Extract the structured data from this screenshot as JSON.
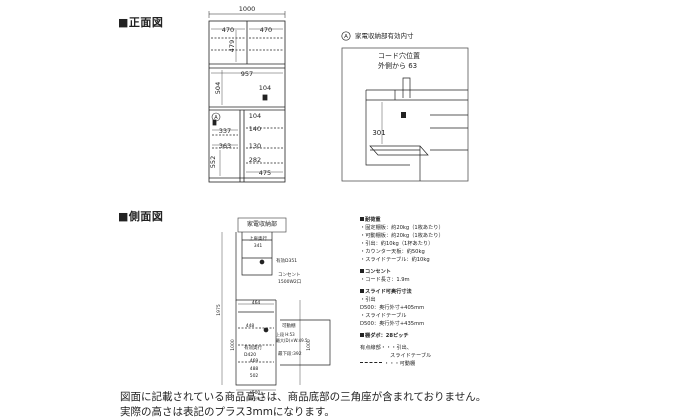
{
  "sections": {
    "front_title": "■正面図",
    "side_title": "■側面図"
  },
  "front": {
    "width": "1000",
    "upper_left_w": "470",
    "upper_right_w": "470",
    "upper_h": "479",
    "mid_w": "957",
    "mid_h": "504",
    "outlet_w": "104",
    "a_marker": "A",
    "lower_inner_1": "104",
    "lower_inner_2": "140",
    "lower_left_w": "337",
    "lower_left_w2": "363",
    "lower_inner_3": "130",
    "lower_inner_4": "282",
    "lower_right_w": "475",
    "lower_h": "552"
  },
  "detail": {
    "marker": "A",
    "title": "家電収納部有効内寸",
    "cord_label_1": "コード穴位置",
    "cord_label_2": "外側から 63",
    "depth": "301"
  },
  "side": {
    "label": "家電収納部",
    "top_depth_label": "上扉奥行",
    "top_depth": "341",
    "inner_label": "有効D351",
    "outlet_label_1": "コンセント",
    "outlet_label_2": "1500W2口",
    "total_h": "1975",
    "depth_464": "464",
    "d_448": "448",
    "lower_h": "1000",
    "drawer_label": "可動棚",
    "drawer_vals": "上段 H:53",
    "drawer_vals_2": "最大(D)×W:49.5",
    "depth_d420": "D420",
    "inner_depth_label": "有効奥行",
    "bottom_h": "392",
    "bottom_label": "最下段:392",
    "d_469": "469",
    "d_488": "488",
    "d_502": "502",
    "base_depth": "500",
    "base_label": "(奥行外寸)",
    "right_h": "1000"
  },
  "spec": {
    "load_title": "耐荷重",
    "load_items": [
      "・固定棚板：約20kg（1枚あたり）",
      "・可動棚板：約20kg（1枚あたり）",
      "・引出：約10kg（1杯あたり）",
      "・カウンター天板：約50kg",
      "・スライドテーブル：約10kg"
    ],
    "outlet_title": "コンセント",
    "outlet_items": [
      "・コード長さ：1.9m"
    ],
    "slide_title": "スライド可奥行寸法",
    "slide_items": [
      "・引出",
      "D500：奥行外寸+405mm",
      "・スライドテーブル",
      "D500：奥行外寸+435mm"
    ],
    "pitch_title": "棚ダボ：28ピッチ",
    "legend_line_1": "有点線部・・・引出、",
    "legend_line_2": "スライドテーブル",
    "legend_line_3": "・・・可動棚"
  },
  "notes": {
    "line1": "図面に記載されている商品高さは、商品底部の三角座が含まれておりません。",
    "line2": "実際の高さは表記のプラス3mmになります。"
  },
  "colors": {
    "line": "#222222",
    "box_border": "#555555"
  }
}
